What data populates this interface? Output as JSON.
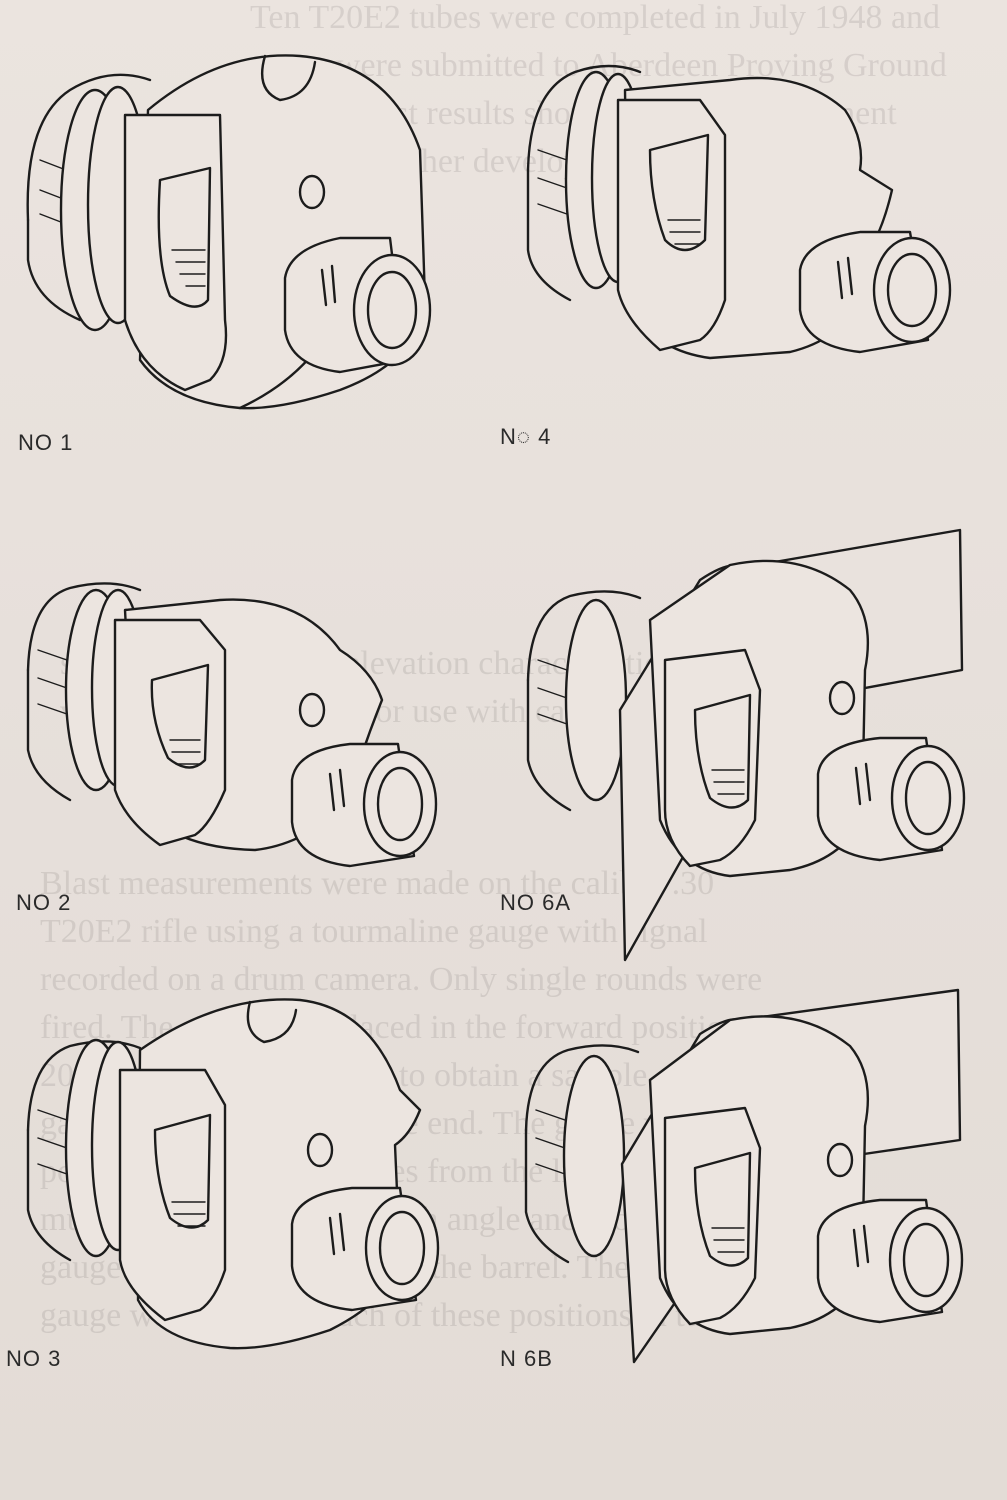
{
  "figures": [
    {
      "id": "no1",
      "caption": "NO 1"
    },
    {
      "id": "no4",
      "caption": "N◌ 4"
    },
    {
      "id": "no2",
      "caption": "NO 2"
    },
    {
      "id": "no6a",
      "caption": "NO 6A"
    },
    {
      "id": "no3",
      "caption": "NO 3"
    },
    {
      "id": "no6b",
      "caption": "N 6B"
    }
  ],
  "bleed_through_text": [
    "Ten T20E2 tubes were completed in July 1948 and",
    "seven were submitted to Aberdeen Proving Ground",
    "for test. Test results showed that the component",
    "required further development.",
    "subject limit and the elevation characteristics of",
    "various compensators for use with caliber .30",
    "Blast measurements were made on the caliber .30",
    "T20E2 rifle using a tourmaline gauge with signal",
    "recorded on a drum camera. Only single rounds were",
    "fired. The gauge was placed in the forward position",
    "20 degrees off the muzzle to obtain a sample",
    "gauge with the barrel at one end. The gauge was",
    "positioned at various angles from the line of fire",
    "muzzle. It was placed at each angle and moved back",
    "gauge adjacent to the end of the barrel. The pressure",
    "gauge was placed in each of these positions in turn"
  ]
}
